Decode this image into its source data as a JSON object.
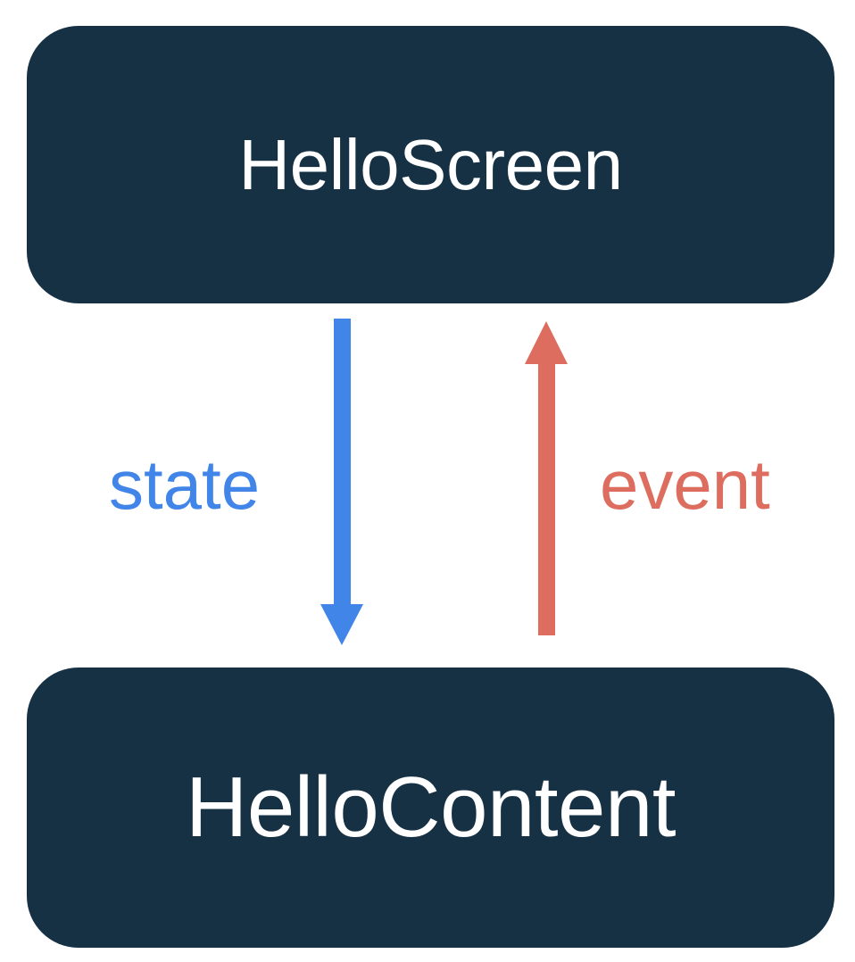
{
  "diagram": {
    "title": "HelloScreen / HelloContent state-event flow",
    "background_color": "#ffffff",
    "node_fill_color": "#163044",
    "node_text_color": "#ffffff",
    "nodes": [
      {
        "id": "hello-screen",
        "label": "HelloScreen",
        "position": "top"
      },
      {
        "id": "hello-content",
        "label": "HelloContent",
        "position": "bottom"
      }
    ],
    "edges": [
      {
        "id": "state-edge",
        "label": "state",
        "color": "#4285e8",
        "direction": "down",
        "from": "HelloScreen",
        "to": "HelloContent"
      },
      {
        "id": "event-edge",
        "label": "event",
        "color": "#dd6e5f",
        "direction": "up",
        "from": "HelloContent",
        "to": "HelloScreen"
      }
    ]
  }
}
